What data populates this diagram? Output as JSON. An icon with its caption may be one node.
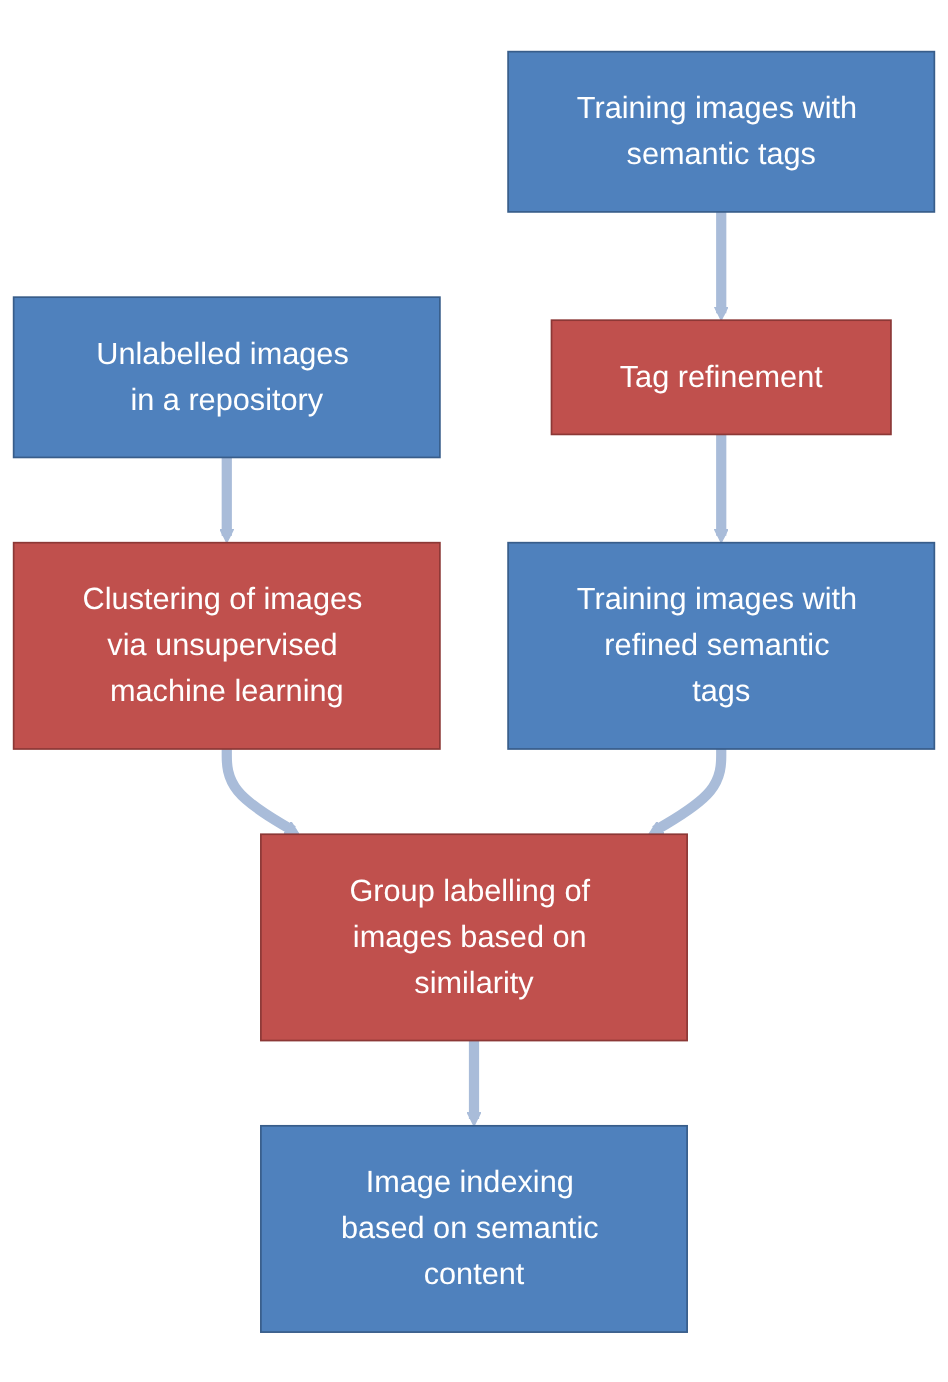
{
  "diagram": {
    "nodes": [
      {
        "text": [
          "Unlabelled images in a repository"
        ]
      },
      {
        "text": [
          "Training images with semantic tags"
        ]
      },
      {
        "text": [
          "Clustering of images via unsupervised machine learning"
        ]
      },
      {
        "text": [
          "Tag refinement"
        ]
      },
      {
        "text": [
          "Group labelling of images based on similarity"
        ]
      },
      {
        "text": [
          "Training images with refined semantic tags"
        ]
      },
      {
        "text": [
          "Image indexing based on semantic content"
        ]
      }
    ],
    "edges": [
      {
        "from": 0,
        "to": 2,
        "arrow": "to"
      },
      {
        "from": 1,
        "to": 3,
        "arrow": "to"
      },
      {
        "from": 2,
        "to": 4,
        "arrow": "to"
      },
      {
        "from": 3,
        "to": 5,
        "arrow": "to"
      },
      {
        "from": 5,
        "to": 4,
        "arrow": "to"
      },
      {
        "from": 4,
        "to": 6,
        "arrow": "to"
      }
    ]
  }
}
